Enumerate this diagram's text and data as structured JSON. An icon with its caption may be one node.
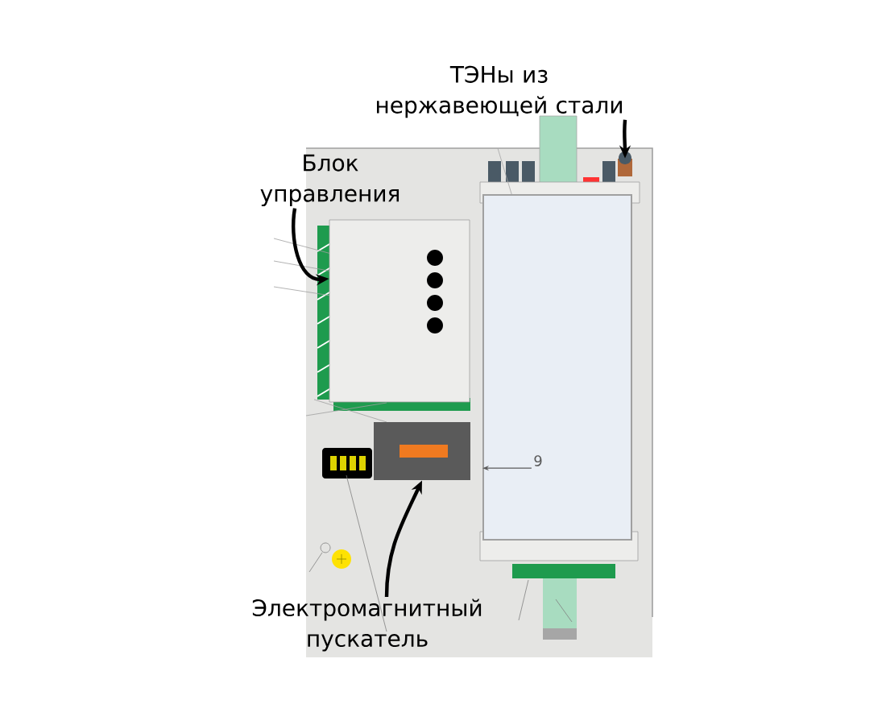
{
  "diagram": {
    "nodes": [
      {
        "text": [
          "ТЭНы из нержавеющей стали"
        ]
      },
      {
        "text": [],
        "shape": "box"
      },
      {
        "text": [
          "Блок управления"
        ]
      },
      {
        "text": [],
        "shape": "box"
      },
      {
        "text": [],
        "shape": "box"
      },
      {
        "text": [
          "9"
        ],
        "in": 4
      },
      {
        "text": [],
        "shape": "box"
      },
      {
        "text": [
          "Электромагнитный пускатель"
        ]
      }
    ],
    "edges": [
      {
        "from": 0,
        "to": 1,
        "arrow": "to"
      },
      {
        "from": 2,
        "to": 3,
        "arrow": "to"
      },
      {
        "from": 5,
        "to": 4,
        "arrow": "to"
      },
      {
        "from": 7,
        "to": 6,
        "arrow": "to"
      }
    ]
  }
}
